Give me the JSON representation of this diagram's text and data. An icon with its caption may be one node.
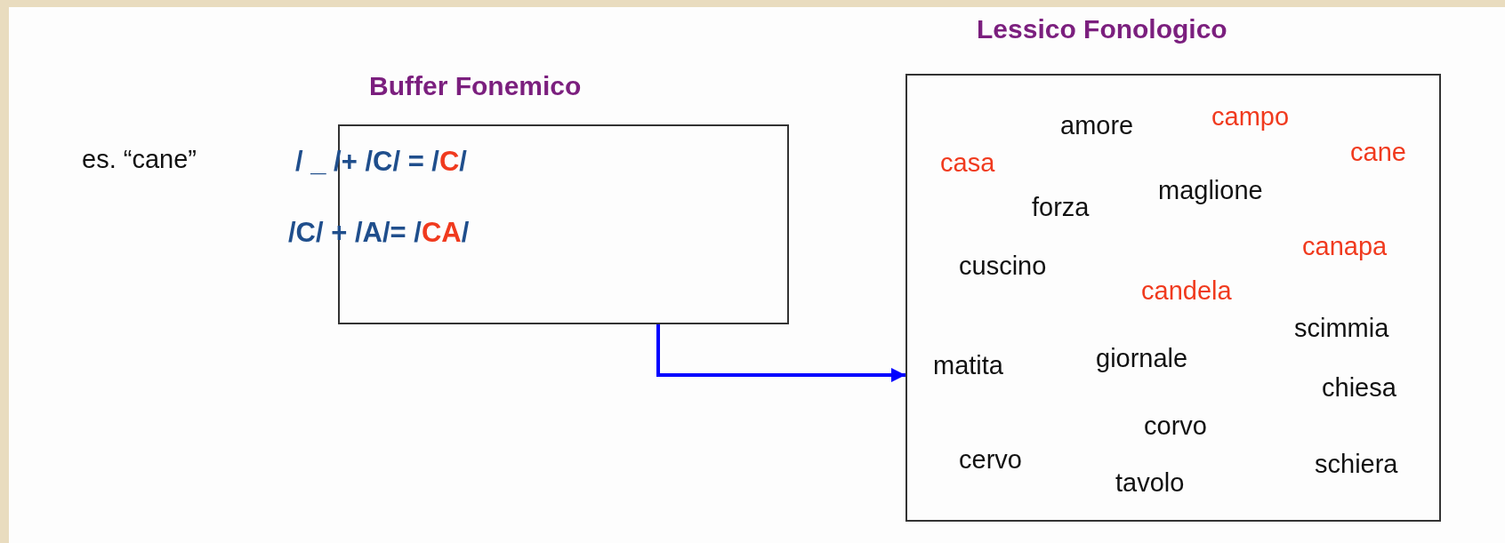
{
  "diagram": {
    "nodes": [
      {
        "text": [
          "Buffer Fonemico"
        ]
      },
      {
        "text": [
          "Lessico Fonologico",
          "amore",
          "campo",
          "casa",
          "cane",
          "forza",
          "maglione",
          "canapa",
          "cuscino",
          "candela",
          "scimmia",
          "matita",
          "giornale",
          "chiesa",
          "corvo",
          "cervo",
          "schiera",
          "tavolo"
        ]
      }
    ],
    "edges": [
      {
        "from": 0,
        "to": 1,
        "arrow": "to",
        "color": "#0000ff"
      }
    ],
    "labels": [
      "es. “cane”",
      "/ _ /+ /C/ = /C/",
      "/C/ + /A/= /CA/"
    ]
  }
}
